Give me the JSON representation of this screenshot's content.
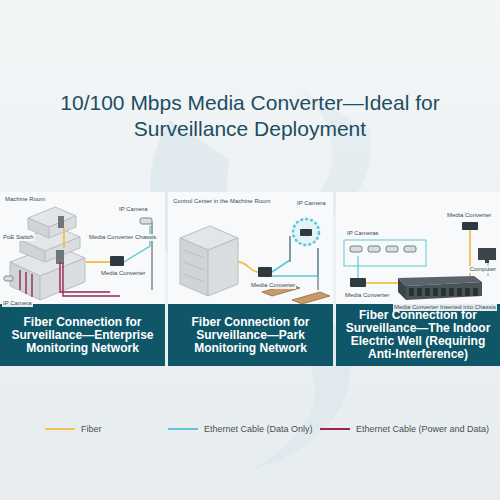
{
  "diagram": {
    "title": "10/100 Mbps Media Converter—Ideal for Surveillance Deployment",
    "nodes": [
      {
        "text": [
          "Fiber Connection for Surveillance—Enterprise Monitoring Network"
        ]
      },
      {
        "text": [
          "Fiber Connection for Surveillance—Park Monitoring Network"
        ]
      },
      {
        "text": [
          "Fiber Connection for Surveillance—The Indoor Electric Well (Requiring Anti-Interference)"
        ]
      }
    ],
    "labels": [
      "Machine Room",
      "PoE Switch",
      "Media Converter Chassis",
      "Media Converter",
      "IP Camera",
      "IP Camera",
      "Control Center in the Machine Room",
      "Media Converter",
      "IP Camera",
      "IP Cameras",
      "Media Converter",
      "Media Converter",
      "Computer",
      "Media Converter Inserted into Chassis"
    ],
    "legend": [
      {
        "text": "Fiber"
      },
      {
        "text": "Ethernet Cable (Data Only)"
      },
      {
        "text": "Ethernet Cable (Power and Data)"
      }
    ]
  }
}
